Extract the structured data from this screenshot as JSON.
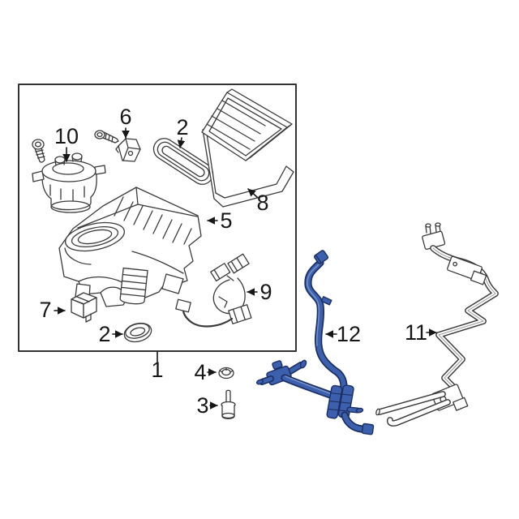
{
  "page": {
    "background": "#ffffff",
    "kind": "exploded automotive parts diagram, heater hose assembly highlighted"
  },
  "colors": {
    "line": "#3a3a3a",
    "box-border": "#333333",
    "label": "#161616",
    "hl-fill": "#3c5fae",
    "hl-outline": "#1c2f63",
    "hl-light": "#8099cf"
  },
  "callouts": [
    {
      "number": "10",
      "target": "blower-motor"
    },
    {
      "number": "6",
      "target": "actuator"
    },
    {
      "number": "2",
      "target": "duct-seal"
    },
    {
      "number": "8",
      "target": "heater-core-bracket"
    },
    {
      "number": "5",
      "target": "hvac-housing"
    },
    {
      "number": "7",
      "target": "blower-resistor"
    },
    {
      "number": "2",
      "target": "oval-grommet"
    },
    {
      "number": "9",
      "target": "wiring-harness"
    },
    {
      "number": "1",
      "target": "heater-unit-assembly-box"
    },
    {
      "number": "4",
      "target": "retainer-nut"
    },
    {
      "number": "3",
      "target": "mounting-stud"
    },
    {
      "number": "12",
      "target": "heater-hose-assembly-highlighted"
    },
    {
      "number": "11",
      "target": "heater-tube-assembly"
    }
  ]
}
